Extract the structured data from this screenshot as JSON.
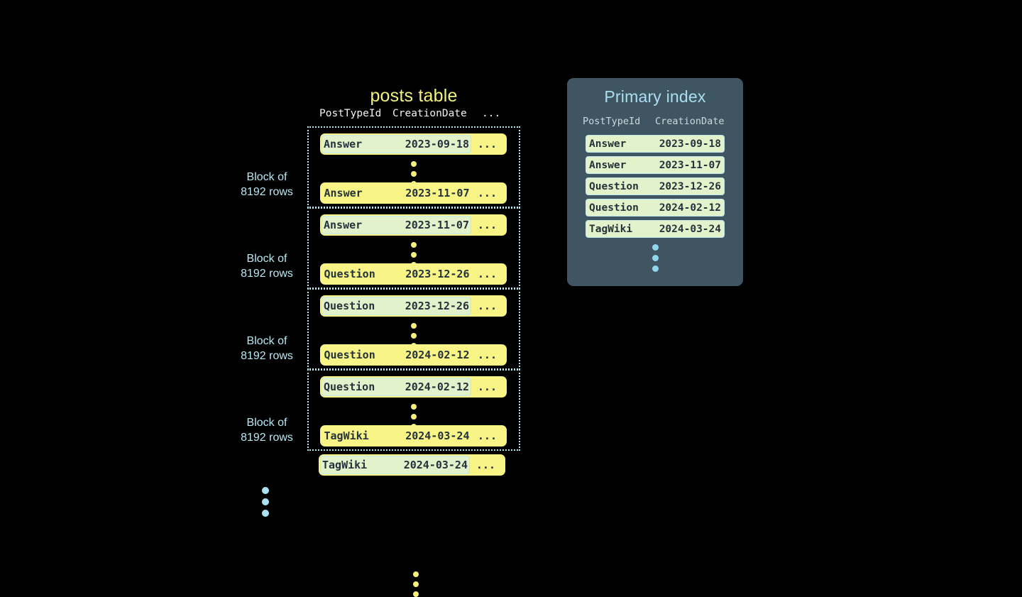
{
  "posts_table": {
    "title": "posts table",
    "columns": [
      "PostTypeId",
      "CreationDate",
      "..."
    ],
    "ellipsis_cell": "...",
    "blocks": [
      {
        "label_line1": "Block of",
        "label_line2": "8192 rows",
        "first_row": {
          "type": "Answer",
          "date": "2023-09-18",
          "highlighted": true
        },
        "last_row": {
          "type": "Answer",
          "date": "2023-11-07",
          "highlighted": false
        }
      },
      {
        "label_line1": "Block of",
        "label_line2": "8192 rows",
        "first_row": {
          "type": "Answer",
          "date": "2023-11-07",
          "highlighted": true
        },
        "last_row": {
          "type": "Question",
          "date": "2023-12-26",
          "highlighted": false
        }
      },
      {
        "label_line1": "Block of",
        "label_line2": "8192 rows",
        "first_row": {
          "type": "Question",
          "date": "2023-12-26",
          "highlighted": true
        },
        "last_row": {
          "type": "Question",
          "date": "2024-02-12",
          "highlighted": false
        }
      },
      {
        "label_line1": "Block of",
        "label_line2": "8192 rows",
        "first_row": {
          "type": "Question",
          "date": "2024-02-12",
          "highlighted": true
        },
        "last_row": {
          "type": "TagWiki",
          "date": "2024-03-24",
          "highlighted": false
        }
      }
    ],
    "trailing_row": {
      "type": "TagWiki",
      "date": "2024-03-24",
      "highlighted": true
    }
  },
  "primary_index": {
    "title": "Primary index",
    "columns": [
      "PostTypeId",
      "CreationDate"
    ],
    "rows": [
      {
        "type": "Answer",
        "date": "2023-09-18"
      },
      {
        "type": "Answer",
        "date": "2023-11-07"
      },
      {
        "type": "Question",
        "date": "2023-12-26"
      },
      {
        "type": "Question",
        "date": "2024-02-12"
      },
      {
        "type": "TagWiki",
        "date": "2024-03-24"
      }
    ]
  },
  "colors": {
    "background": "#000000",
    "row_yellow": "#f8f485",
    "highlight_green": "#e2f2ca",
    "highlight_border": "#bfe7ee",
    "title_yellow": "#f4f27e",
    "panel_bg": "#3f5562",
    "panel_title_blue": "#a9dff1",
    "block_border_blue": "#b9e7f2",
    "yellow_dot": "#f5f07c",
    "blue_dot": "#aae2f2"
  }
}
